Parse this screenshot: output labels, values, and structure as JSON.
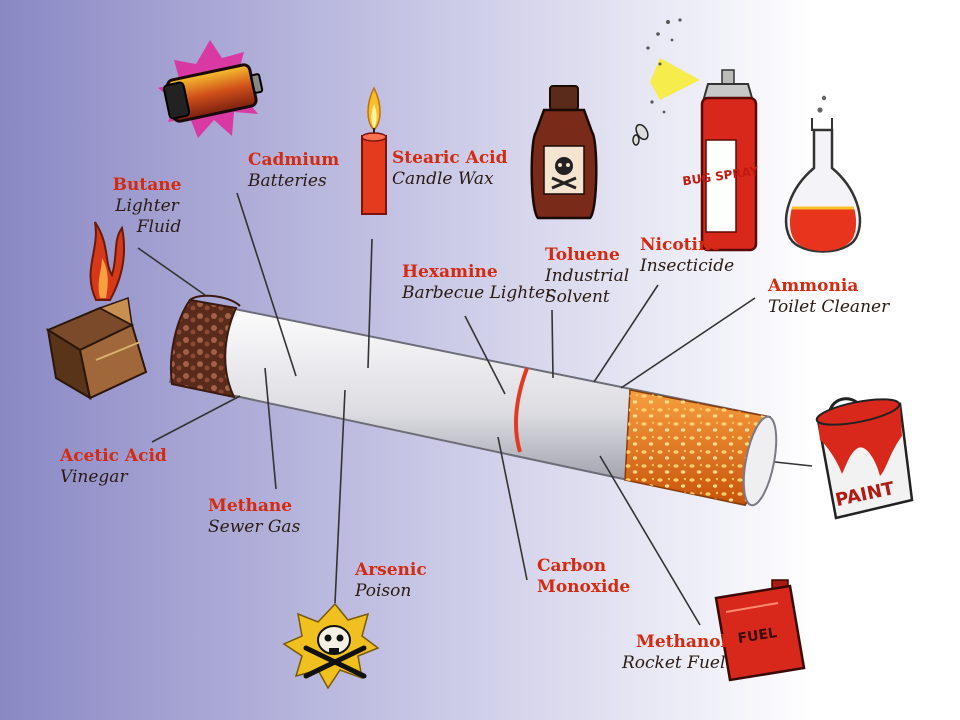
{
  "labels": {
    "butane": {
      "chemical": "Butane",
      "use": [
        "Lighter",
        "Fluid"
      ]
    },
    "cadmium": {
      "chemical": "Cadmium",
      "use": [
        "Batteries"
      ]
    },
    "stearic": {
      "chemical": "Stearic Acid",
      "use": [
        "Candle Wax"
      ]
    },
    "hexamine": {
      "chemical": "Hexamine",
      "use": [
        "Barbecue Lighter"
      ]
    },
    "toluene": {
      "chemical": "Toluene",
      "use": [
        "Industrial",
        "Solvent"
      ]
    },
    "nicotine": {
      "chemical": "Nicotine",
      "use": [
        "Insecticide"
      ]
    },
    "ammonia": {
      "chemical": "Ammonia",
      "use": [
        "Toilet Cleaner"
      ]
    },
    "acetic": {
      "chemical": "Acetic Acid",
      "use": [
        "Vinegar"
      ]
    },
    "methane": {
      "chemical": "Methane",
      "use": [
        "Sewer Gas"
      ]
    },
    "arsenic": {
      "chemical": "Arsenic",
      "use": [
        "Poison"
      ]
    },
    "carbon": {
      "chemical": "Carbon",
      "use": [
        "Monoxide"
      ]
    },
    "methanol": {
      "chemical": "Methanol",
      "use": [
        "Rocket Fuel"
      ]
    }
  },
  "product_text": {
    "bug_spray": "BUG SPRAY",
    "paint": "PAINT",
    "fuel": "FUEL"
  },
  "icons": [
    "lighter-icon",
    "battery-icon",
    "candle-icon",
    "poison-bottle-icon",
    "bug-spray-icon",
    "flask-icon",
    "paint-can-icon",
    "fuel-can-icon",
    "skull-crossbones-icon",
    "cigarette-illustration"
  ],
  "colors": {
    "chemical_label": "#d42a10",
    "use_label": "#2a1a12",
    "leader_line": "#333333",
    "background_left": "#8a88c4",
    "background_right": "#ffffff"
  }
}
